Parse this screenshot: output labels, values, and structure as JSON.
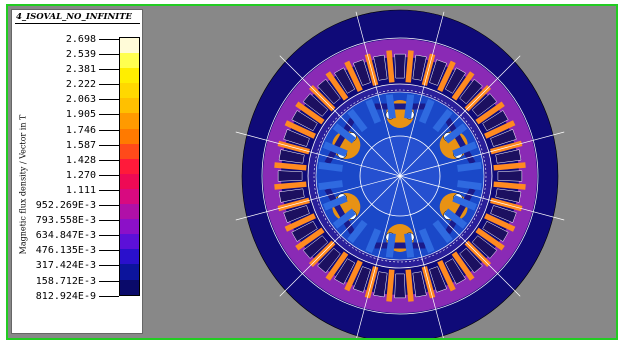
{
  "legend": {
    "title": "4_ISOVAL_NO_INFINITE",
    "quantity_label": "Magnetic flux density / Vector in T",
    "values": [
      "2.698",
      "2.539",
      "2.381",
      "2.222",
      "2.063",
      "1.905",
      "1.746",
      "1.587",
      "1.428",
      "1.270",
      "1.111",
      "952.269E-3",
      "793.558E-3",
      "634.847E-3",
      "476.135E-3",
      "317.424E-3",
      "158.712E-3",
      "812.924E-9"
    ],
    "colors": [
      "#fffbd8",
      "#ffff50",
      "#ffee00",
      "#ffd800",
      "#ffc000",
      "#ff9a00",
      "#ff7a00",
      "#ff4a1a",
      "#ff1a3a",
      "#ee0a55",
      "#d80a80",
      "#b010a8",
      "#8c10c8",
      "#5c10d8",
      "#2a10cc",
      "#0c149c",
      "#0a0a6a"
    ]
  },
  "colors": {
    "window_border": "#22cc22",
    "background": "#888888",
    "stator_yoke": "#0f0a78",
    "flux_ring": "#a030c0",
    "tooth_bright": "#ff8a20",
    "rotor": "#1a48c8",
    "magnet_hot": "#ff9a00",
    "outline": "#ffffff"
  }
}
